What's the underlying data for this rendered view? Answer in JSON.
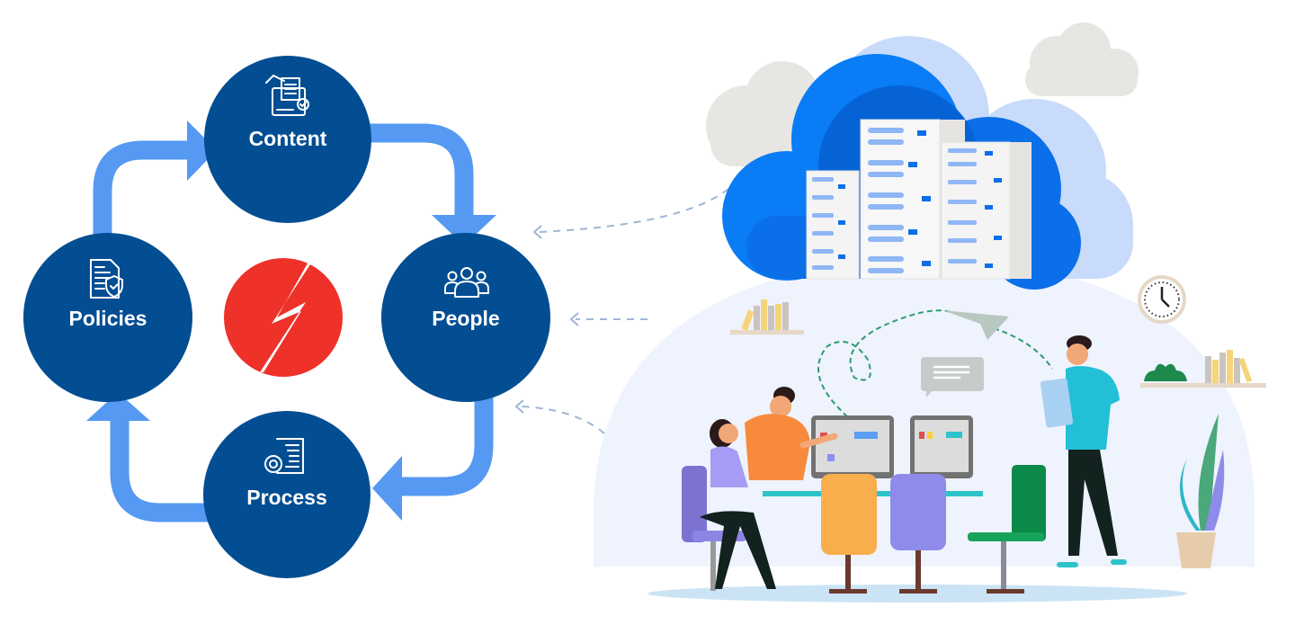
{
  "cycle": {
    "nodes": [
      {
        "label": "Content",
        "icon": "documents-folder-icon"
      },
      {
        "label": "People",
        "icon": "people-group-icon"
      },
      {
        "label": "Process",
        "icon": "gear-document-icon"
      },
      {
        "label": "Policies",
        "icon": "document-shield-icon"
      }
    ],
    "center_icon": "lightning-bolt-icon"
  },
  "colors": {
    "node": "#034e92",
    "arrow": "#5599f2",
    "center": "#ee3129",
    "cloud": "#0a6fe8",
    "dome": "#eef3fd"
  }
}
